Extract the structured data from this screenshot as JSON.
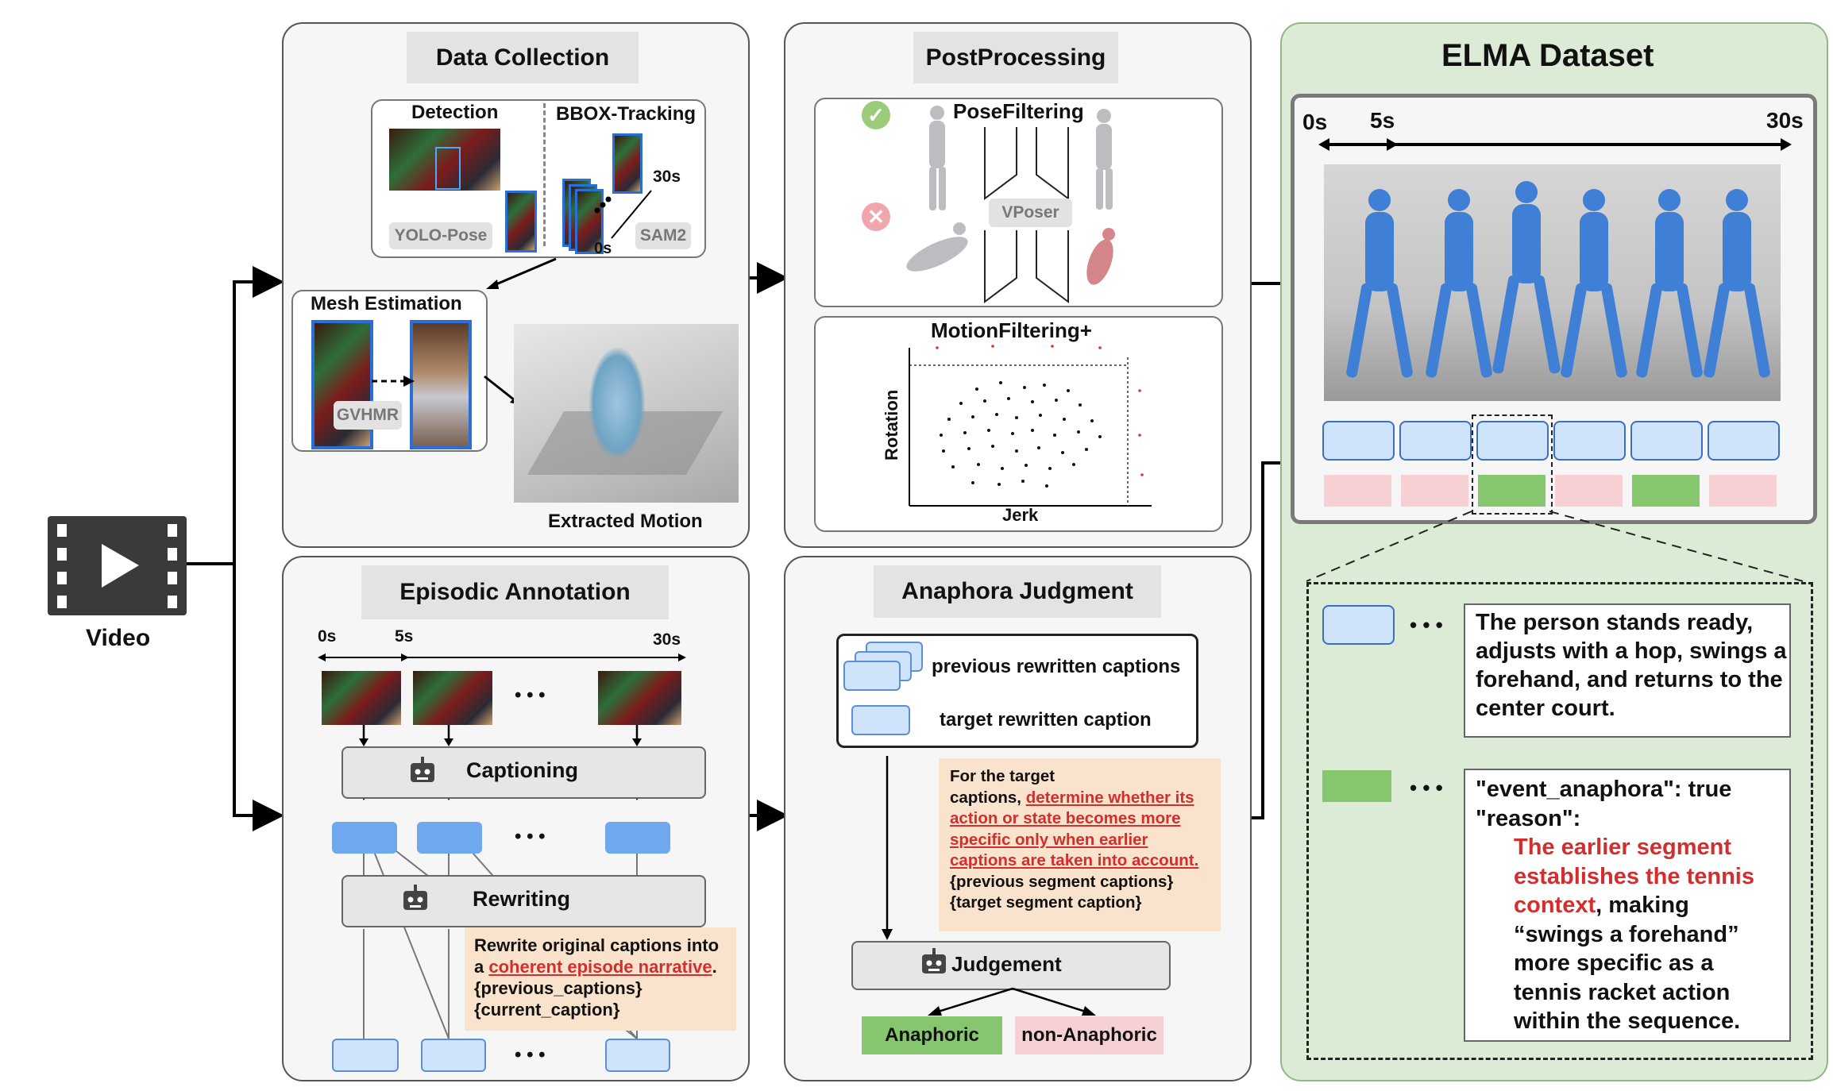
{
  "video": {
    "label": "Video"
  },
  "data_collection": {
    "title": "Data Collection",
    "detection": "Detection",
    "tracking": "BBOX-Tracking",
    "yolo": "YOLO-Pose",
    "sam2": "SAM2",
    "t_start": "0s",
    "t_end": "30s",
    "mesh_title": "Mesh Estimation",
    "gvhmr": "GVHMR",
    "extracted": "Extracted Motion"
  },
  "post_processing": {
    "title": "PostProcessing",
    "pose_filtering": "PoseFiltering",
    "vposer": "VPoser",
    "motion_filtering": "MotionFiltering+",
    "ylabel": "Rotation",
    "xlabel": "Jerk"
  },
  "episodic": {
    "title": "Episodic Annotation",
    "t0": "0s",
    "t5": "5s",
    "t30": "30s",
    "ellipsis": "• • •",
    "captioning": "Captioning",
    "rewriting": "Rewriting",
    "prompt_a": "Rewrite original captions into",
    "prompt_b": "a ",
    "prompt_link": "coherent episode narrative",
    "prompt_dot": ".",
    "prompt_c": "{previous_captions}",
    "prompt_d": "{current_caption}"
  },
  "anaphora": {
    "title": "Anaphora Judgment",
    "prev_caps": "previous rewritten captions",
    "target_cap": "target rewritten caption",
    "prompt_a": "For the target",
    "prompt_b": "captions, ",
    "prompt_link1": "determine whether its",
    "prompt_link2": "action or state becomes more",
    "prompt_link3": "specific only when earlier",
    "prompt_link4": "captions are taken into account.",
    "prompt_c": "{previous segment captions}",
    "prompt_d": "{target segment caption}",
    "judgement": "Judgement",
    "anaphoric": "Anaphoric",
    "non_anaphoric": "non-Anaphoric"
  },
  "elma": {
    "title": "ELMA Dataset",
    "t0": "0s",
    "t5": "5s",
    "t30": "30s",
    "dots": "• • •",
    "caption": "The person stands ready, adjusts with a hop, swings a forehand, and returns to the center court.",
    "json_line1": "\"event_anaphora\": true",
    "json_line2": "\"reason\":",
    "reason_red1": "The earlier segment",
    "reason_red2": "establishes the tennis",
    "reason_red3": "context",
    "reason_rest1": ", making",
    "reason_rest2": "“swings a forehand”",
    "reason_rest3": "more specific as a",
    "reason_rest4": "tennis racket action",
    "reason_rest5": "within the sequence."
  },
  "colors": {
    "elma_bg": "#dcebd6",
    "blue_box": "#cfe3fa",
    "blue_fill": "#6fa8ef",
    "red_box": "#f6d0d3",
    "green_box": "#86c66e",
    "highlight": "#d32e2e",
    "prompt_bg": "#fae3cc"
  },
  "icons": [
    "video-icon",
    "robot-icon",
    "check-icon",
    "cross-icon"
  ]
}
